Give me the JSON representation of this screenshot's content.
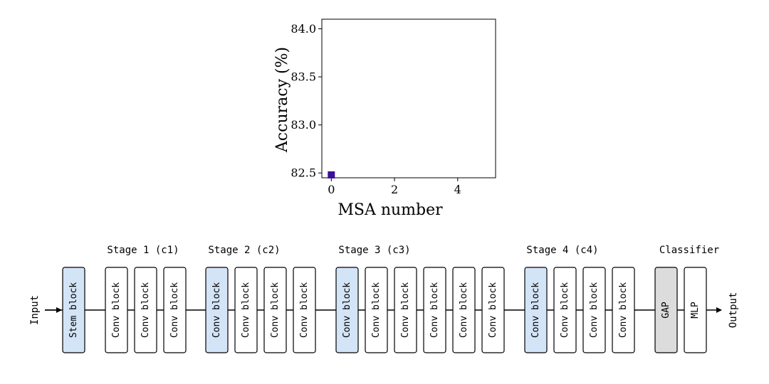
{
  "colors": {
    "marker": "#3b0f99",
    "highlight_block": "#d4e4f7",
    "gap_block": "#dcdcdc",
    "plain_block": "#ffffff",
    "stroke": "#000000"
  },
  "chart_data": {
    "type": "scatter",
    "title": "",
    "xlabel": "MSA number",
    "ylabel": "Accuracy (%)",
    "xlim": [
      -0.3,
      5.2
    ],
    "ylim": [
      82.45,
      84.1
    ],
    "xticks": [
      0,
      2,
      4
    ],
    "yticks": [
      82.5,
      83.0,
      83.5,
      84.0
    ],
    "xtick_labels": [
      "0",
      "2",
      "4"
    ],
    "ytick_labels": [
      "82.5",
      "83.0",
      "83.5",
      "84.0"
    ],
    "grid": false,
    "marker": "square",
    "points": [
      {
        "x": 0,
        "y": 82.48
      }
    ]
  },
  "diagram": {
    "input_label": "Input",
    "output_label": "Output",
    "stages": [
      {
        "label": "Stage 1 (c1)"
      },
      {
        "label": "Stage 2 (c2)"
      },
      {
        "label": "Stage 3 (c3)"
      },
      {
        "label": "Stage 4 (c4)"
      },
      {
        "label": "Classifier"
      }
    ],
    "blocks": [
      {
        "label": "Stem block",
        "style": "highlight"
      },
      {
        "label": "Conv block",
        "style": "plain"
      },
      {
        "label": "Conv block",
        "style": "plain"
      },
      {
        "label": "Conv block",
        "style": "plain"
      },
      {
        "label": "Conv block",
        "style": "highlight"
      },
      {
        "label": "Conv block",
        "style": "plain"
      },
      {
        "label": "Conv block",
        "style": "plain"
      },
      {
        "label": "Conv block",
        "style": "plain"
      },
      {
        "label": "Conv block",
        "style": "highlight"
      },
      {
        "label": "Conv block",
        "style": "plain"
      },
      {
        "label": "Conv block",
        "style": "plain"
      },
      {
        "label": "Conv block",
        "style": "plain"
      },
      {
        "label": "Conv block",
        "style": "plain"
      },
      {
        "label": "Conv block",
        "style": "plain"
      },
      {
        "label": "Conv block",
        "style": "highlight"
      },
      {
        "label": "Conv block",
        "style": "plain"
      },
      {
        "label": "Conv block",
        "style": "plain"
      },
      {
        "label": "Conv block",
        "style": "plain"
      },
      {
        "label": "GAP",
        "style": "gap"
      },
      {
        "label": "MLP",
        "style": "plain"
      }
    ]
  }
}
